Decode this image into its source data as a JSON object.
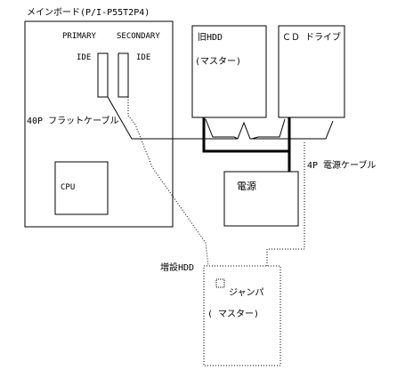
{
  "motherboard": {
    "label": "メインボード(P/I-P55T2P4)",
    "primary": "PRIMARY",
    "secondary": "SECONDARY",
    "ide_primary": "IDE",
    "ide_secondary": "IDE",
    "cpu": "CPU"
  },
  "flat_cable_label": "40P フラットケーブル",
  "old_hdd": {
    "title": "旧HDD",
    "role": "(マスター)"
  },
  "cd_drive": {
    "title": "ＣＤ ドライブ"
  },
  "power": {
    "title": "電源",
    "cable_label": "4P 電源ケーブル"
  },
  "new_hdd": {
    "title": "増設HDD",
    "jumper": "ジャンパ",
    "role": "( マスター)"
  },
  "colors": {
    "line": "#000000",
    "background": "#ffffff"
  }
}
